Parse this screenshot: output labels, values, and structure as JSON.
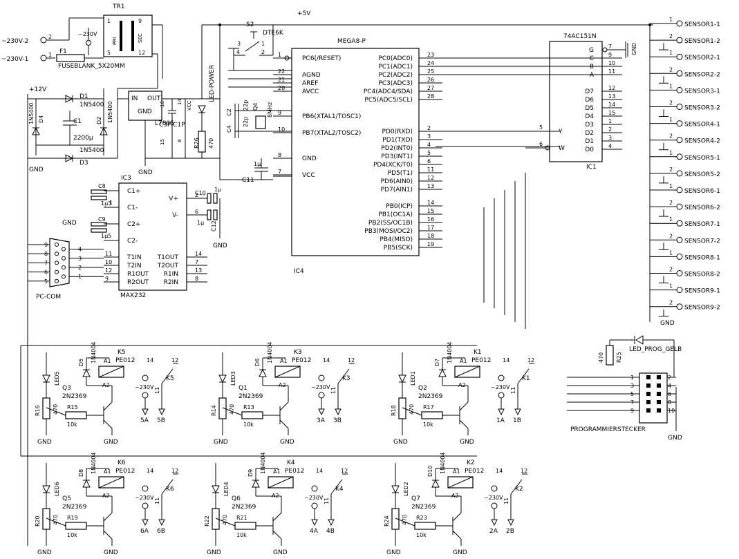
{
  "power": {
    "supply_5v": "+5V",
    "supply_12v": "+12V",
    "gnd": "GND",
    "mains_in_1": "~230V-1",
    "mains_in_2": "~230V-2",
    "mains_label": "~230V"
  },
  "transformer": {
    "ref": "TR1",
    "pri": "PRI",
    "sec": "SEC",
    "pin1": "1",
    "pin5": "5",
    "pin9": "9",
    "pin12": "12"
  },
  "fuse": {
    "ref": "F1",
    "value": "FUSEBLANK_5X20MM"
  },
  "diodes_bridge": [
    {
      "ref": "D1",
      "value": "1N5400"
    },
    {
      "ref": "D2",
      "value": "1N5400"
    },
    {
      "ref": "D3",
      "value": "1N5400"
    },
    {
      "ref": "D4",
      "value": "1N5400"
    }
  ],
  "cap_c1": {
    "ref": "C1",
    "value": "2200µ"
  },
  "regulator": {
    "ref": "L7805",
    "in": "IN",
    "out": "OUT",
    "gnd": "GND"
  },
  "cap_c3": "C3",
  "pic1": "PIC1P",
  "vcc": "VCC",
  "led_power": "LED-POWER",
  "r26": {
    "ref": "R26",
    "value": "470"
  },
  "small_pins": {
    "p16": "16",
    "p15": "15",
    "p8": "8",
    "p14": "14"
  },
  "switch": {
    "ref": "S2",
    "value": "DTE6K",
    "p1": "1",
    "p2": "2",
    "p3": "3",
    "p4": "4"
  },
  "crystal": {
    "ref": "Q4",
    "value": "8MHz",
    "c2": "C2",
    "c22p": "22p",
    "c4": "C4",
    "c22p2": "22p"
  },
  "c11": "C11",
  "c1u": "1µ",
  "mega": {
    "ref": "MEGA8-P",
    "left_pins": [
      {
        "name": "PC6(/RESET)",
        "num": "1"
      },
      {
        "name": "AGND",
        "num": "22"
      },
      {
        "name": "AREF",
        "num": "21"
      },
      {
        "name": "AVCC",
        "num": "20"
      },
      {
        "name": "PB6(XTAL1/TOSC1)",
        "num": "9"
      },
      {
        "name": "PB7(XTAL2/TOSC2)",
        "num": "10"
      },
      {
        "name": "GND",
        "num": "8"
      },
      {
        "name": "VCC",
        "num": "7"
      }
    ],
    "right_pins": [
      {
        "name": "PC0(ADC0)",
        "num": "23"
      },
      {
        "name": "PC1(ADC1)",
        "num": "24"
      },
      {
        "name": "PC2(ADC2)",
        "num": "25"
      },
      {
        "name": "PC3(ADC3)",
        "num": "26"
      },
      {
        "name": "PC4(ADC4/SDA)",
        "num": "27"
      },
      {
        "name": "PC5(ADC5/SCL)",
        "num": "28"
      },
      {
        "name": "PD0(RXD)",
        "num": "2"
      },
      {
        "name": "PD1(TXD)",
        "num": "3"
      },
      {
        "name": "PD2(INT0)",
        "num": "4"
      },
      {
        "name": "PD3(INT1)",
        "num": "5"
      },
      {
        "name": "PD4(XCK/T0)",
        "num": "6"
      },
      {
        "name": "PD5(T1)",
        "num": "11"
      },
      {
        "name": "PD6(AIN0)",
        "num": "12"
      },
      {
        "name": "PD7(AIN1)",
        "num": "13"
      },
      {
        "name": "PB0(ICP)",
        "num": "14"
      },
      {
        "name": "PB1(OC1A)",
        "num": "15"
      },
      {
        "name": "PB2(SS/OC1B)",
        "num": "16"
      },
      {
        "name": "PB3(MOSI/OC2)",
        "num": "17"
      },
      {
        "name": "PB4(MISO)",
        "num": "18"
      },
      {
        "name": "PB5(SCK)",
        "num": "19"
      }
    ],
    "ic4": "IC4"
  },
  "mux": {
    "ref": "74AC151N",
    "name": "IC1",
    "left_pins": [
      {
        "name": "Y",
        "num": "5"
      },
      {
        "name": "W",
        "num": "6"
      }
    ],
    "right_pins": [
      {
        "name": "G",
        "num": "7"
      },
      {
        "name": "C",
        "num": "9"
      },
      {
        "name": "B",
        "num": "10"
      },
      {
        "name": "A",
        "num": "11"
      },
      {
        "name": "D7",
        "num": "12"
      },
      {
        "name": "D6",
        "num": "13"
      },
      {
        "name": "D5",
        "num": "14"
      },
      {
        "name": "D4",
        "num": "15"
      },
      {
        "name": "D3",
        "num": "1"
      },
      {
        "name": "D2",
        "num": "2"
      },
      {
        "name": "D1",
        "num": "3"
      },
      {
        "name": "D0",
        "num": "4"
      }
    ]
  },
  "sensors": [
    {
      "label": "SENSOR1-1",
      "pin": "1"
    },
    {
      "label": "SENSOR1-2",
      "pin": "2"
    },
    {
      "label": "SENSOR2-1",
      "pin": "1"
    },
    {
      "label": "SENSOR2-2",
      "pin": "2"
    },
    {
      "label": "SENSOR3-1",
      "pin": "1"
    },
    {
      "label": "SENSOR3-2",
      "pin": "2"
    },
    {
      "label": "SENSOR4-1",
      "pin": "1"
    },
    {
      "label": "SENSOR4-2",
      "pin": "2"
    },
    {
      "label": "SENSOR5-1",
      "pin": "1"
    },
    {
      "label": "SENSOR5-2",
      "pin": "2"
    },
    {
      "label": "SENSOR6-1",
      "pin": "1"
    },
    {
      "label": "SENSOR6-2",
      "pin": "2"
    },
    {
      "label": "SENSOR7-1",
      "pin": "1"
    },
    {
      "label": "SENSOR7-2",
      "pin": "2"
    },
    {
      "label": "SENSOR8-1",
      "pin": "1"
    },
    {
      "label": "SENSOR8-2",
      "pin": "2"
    },
    {
      "label": "SENSOR9-1",
      "pin": "1"
    },
    {
      "label": "SENSOR9-2",
      "pin": "2"
    }
  ],
  "max232": {
    "ref": "IC3",
    "name": "MAX232",
    "left_pins": [
      {
        "name": "C1+",
        "num": ""
      },
      {
        "name": "C1-",
        "num": ""
      },
      {
        "name": "C2+",
        "num": ""
      },
      {
        "name": "C2-",
        "num": ""
      },
      {
        "name": "T1IN",
        "num": "11"
      },
      {
        "name": "T2IN",
        "num": "10"
      },
      {
        "name": "R1OUT",
        "num": "12"
      },
      {
        "name": "R2OUT",
        "num": "9"
      }
    ],
    "right_pins": [
      {
        "name": "V+",
        "num": "2"
      },
      {
        "name": "V-",
        "num": "6"
      },
      {
        "name": "T1OUT",
        "num": "14"
      },
      {
        "name": "T2OUT",
        "num": "7"
      },
      {
        "name": "R1IN",
        "num": "13"
      },
      {
        "name": "R2IN",
        "num": "8"
      }
    ],
    "caps": [
      {
        "ref": "C8",
        "value": "1µ3"
      },
      {
        "ref": "C9",
        "value": "1µ5"
      },
      {
        "ref": "C10",
        "value": "1µ"
      },
      {
        "ref": "C12",
        "value": "1µ"
      }
    ],
    "c1plus": "1"
  },
  "pccom": {
    "label": "PC-COM",
    "pins": [
      "9",
      "4",
      "8",
      "3",
      "7",
      "2",
      "6",
      "1",
      "5"
    ]
  },
  "led_prog": {
    "label": "LED_PROG_GELB",
    "r": "R25",
    "rv": "470"
  },
  "prog_conn": {
    "label": "PROGRAMMIERSTECKER",
    "left": [
      "1",
      "3",
      "5",
      "7",
      "9"
    ],
    "right": [
      "2",
      "4",
      "6",
      "8",
      "10"
    ]
  },
  "relay_channels": [
    {
      "k": "K5",
      "d": "D5",
      "led": "LED5",
      "q": "Q3",
      "r_led": "R16",
      "r_base": "R15",
      "a": "5A",
      "b": "5B"
    },
    {
      "k": "K3",
      "d": "D6",
      "led": "LED3",
      "q": "Q1",
      "r_led": "R14",
      "r_base": "R13",
      "a": "3A",
      "b": "3B"
    },
    {
      "k": "K1",
      "d": "D7",
      "led": "LED1",
      "q": "Q2",
      "r_led": "R18",
      "r_base": "R17",
      "a": "1A",
      "b": "1B"
    },
    {
      "k": "K6",
      "d": "D8",
      "led": "LED6",
      "q": "Q5",
      "r_led": "R20",
      "r_base": "R19",
      "a": "6A",
      "b": "6B"
    },
    {
      "k": "K4",
      "d": "D9",
      "led": "LED4",
      "q": "Q6",
      "r_led": "R22",
      "r_base": "R21",
      "a": "4A",
      "b": "4B"
    },
    {
      "k": "K2",
      "d": "D10",
      "led": "LED2",
      "q": "Q7",
      "r_led": "R24",
      "r_base": "R23",
      "a": "2A",
      "b": "2B"
    }
  ],
  "relay_common": {
    "diode": "1N4004",
    "relay": "PE012",
    "transistor": "2N2369",
    "r_led_value": "470",
    "r_base_value": "10k",
    "coil_a1": "A1",
    "coil_a2": "A2",
    "pin14": "14",
    "pin12": "12",
    "pin11": "11",
    "voltage": "~230V"
  }
}
